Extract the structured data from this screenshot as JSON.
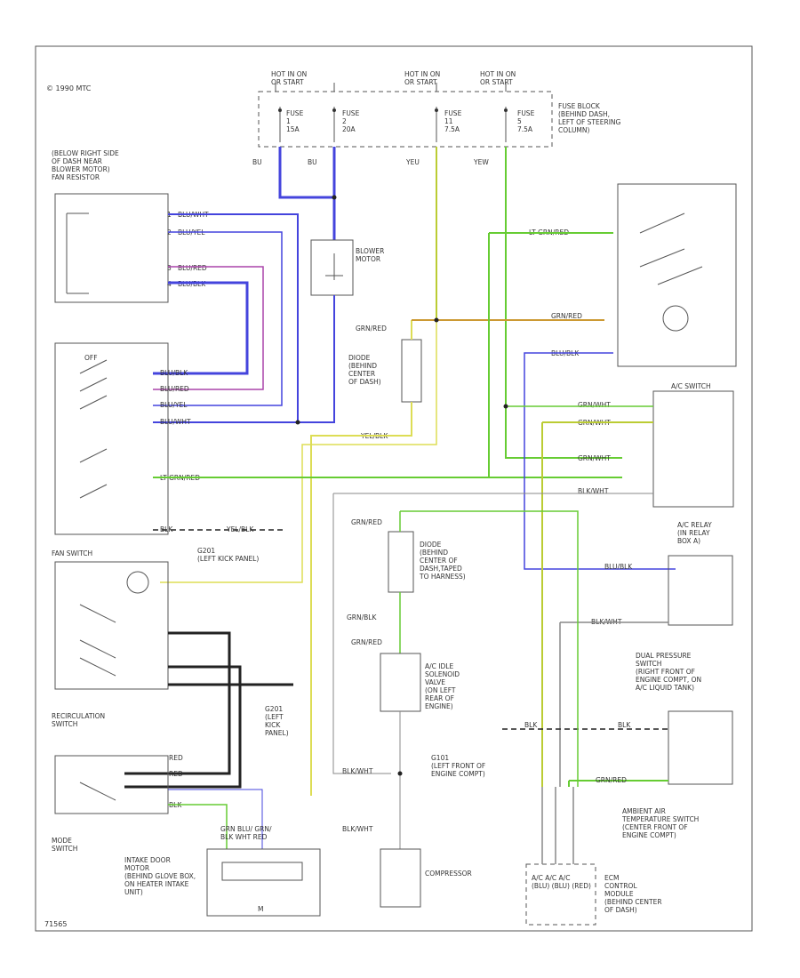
{
  "diagram": {
    "copyright": "© 1990 MTC",
    "footer": "71565",
    "colors": {
      "blue": "#4444dd",
      "purple": "#aa44aa",
      "green": "#66cc33",
      "yellowgreen": "#bbcc33",
      "orange": "#cc9933",
      "black": "#222222",
      "gray": "#888888",
      "yellow": "#dddd55"
    },
    "power": {
      "hot1": "HOT IN ON\nOR START",
      "hot2": "HOT IN ON\nOR START",
      "hot3": "HOT IN ON\nOR START",
      "fuse1": "FUSE\n1\n15A",
      "fuse2": "FUSE\n2\n20A",
      "fuse3": "FUSE\n11\n7.5A",
      "fuse4": "FUSE\n5\n7.5A",
      "fuse_block": "FUSE BLOCK\n(BEHIND DASH,\nLEFT OF STEERING\nCOLUMN)",
      "w1": "BU",
      "w2": "BU",
      "w3": "YEU",
      "w4": "YEW"
    },
    "blower_resistor": {
      "desc": "(BELOW RIGHT SIDE\nOF DASH NEAR\nBLOWER MOTOR)\nFAN RESISTOR",
      "pins": [
        "1",
        "2",
        "3",
        "4"
      ],
      "w1": "BLU/WHT",
      "w2": "BLU/YEL",
      "w3": "BLU/RED",
      "w4": "BLU/BLK"
    },
    "blower_motor": {
      "label": "BLOWER\nMOTOR",
      "wire": "BLU/WHT"
    },
    "fan_switch": {
      "title": "FAN SWITCH",
      "off": "OFF",
      "w_blk": "BLU/BLK",
      "w_red": "BLU/RED",
      "w_yel": "BLU/YEL",
      "w_wht": "BLU/WHT",
      "w_ltgrn": "LT GRN/RED",
      "w_black": "BLK",
      "w_ground": "YEL/BLK",
      "ground_label": "G201\n(LEFT KICK PANEL)"
    },
    "diode1": {
      "label": "DIODE\n(BEHIND\nCENTER\nOF DASH)",
      "wire_top": "GRN/RED",
      "wire_bot": "YEL/BLK"
    },
    "recirc_switch": {
      "title": "RECIRCULATION\nSWITCH",
      "w1": "RED",
      "w2": "RED",
      "w3": "BLK"
    },
    "mode_switch": {
      "title": "MODE\nSWITCH",
      "w1": "RED",
      "w2": "GRN",
      "w3": "BLU"
    },
    "g201": {
      "label": "G201\n(LEFT\nKICK\nPANEL)"
    },
    "intake_motor": {
      "label": "INTAKE DOOR\nMOTOR\n(BEHIND GLOVE BOX,\nON HEATER INTAKE\nUNIT)",
      "wires": "GRN  BLU/  GRN/\nBLK  WHT  RED",
      "m": "M"
    },
    "diode2": {
      "label": "DIODE\n(BEHIND\nCENTER OF\nDASH,TAPED\nTO HARNESS)",
      "w_top": "GRN/RED",
      "w_bot": "GRN/BLK"
    },
    "solenoid": {
      "label": "A/C IDLE\nSOLENOID\nVALVE\n(ON LEFT\nREAR OF\nENGINE)",
      "w_top": "GRN/RED"
    },
    "g101": {
      "label": "G101\n(LEFT FRONT OF\nENGINE COMPT)",
      "wire": "BLK/WHT"
    },
    "compressor": {
      "label": "COMPRESSOR",
      "wire": "BLK/WHT"
    },
    "ac_switch": {
      "title": "A/C SWITCH",
      "w1": "GRN/WHT",
      "w2": "GRN/WHT",
      "w3": "GRN/WHT",
      "w4": "BLK/WHT"
    },
    "ac_relay": {
      "title": "A/C RELAY\n(IN RELAY\nBOX A)",
      "w1": "BLU/BLK",
      "w2": "BLK/WHT"
    },
    "dual_pressure": {
      "title": "DUAL PRESSURE\nSWITCH\n(RIGHT FRONT OF\nENGINE COMPT, ON\nA/C LIQUID TANK)",
      "w1": "BLK",
      "w2": "BLK"
    },
    "ambient_switch": {
      "title": "AMBIENT AIR\nTEMPERATURE SWITCH\n(CENTER FRONT OF\nENGINE COMPT)",
      "wire": "GRN/RED"
    },
    "ecu": {
      "title": "ECM\nCONTROL\nMODULE\n(BEHIND CENTER\nOF DASH)",
      "pins": "A/C  A/C  A/C\n(BLU) (BLU) (RED)"
    },
    "heater_switch": {
      "w1": "LT GRN/RED",
      "w2": "GRN/RED",
      "w3": "BLU/BLK"
    }
  }
}
